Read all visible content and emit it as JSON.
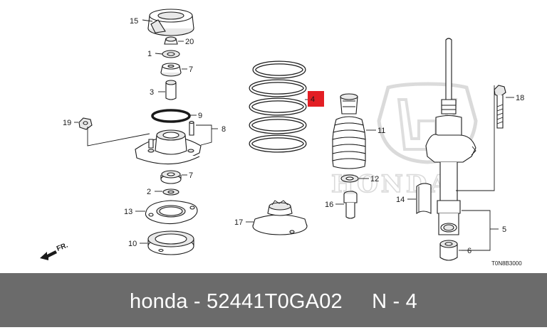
{
  "diagram": {
    "callouts": {
      "c1": "1",
      "c2": "2",
      "c3": "3",
      "c4": "4",
      "c5": "5",
      "c6": "6",
      "c7a": "7",
      "c7b": "7",
      "c8": "8",
      "c9": "9",
      "c10": "10",
      "c11": "11",
      "c12": "12",
      "c13": "13",
      "c14": "14",
      "c15": "15",
      "c16": "16",
      "c17": "17",
      "c18": "18",
      "c19": "19",
      "c20": "20"
    },
    "front_arrow_label": "FR.",
    "diagram_code": "T0N8B3000",
    "watermark_text": "HONDA",
    "highlight_color": "#e31e24"
  },
  "footer": {
    "text": "honda - 52441T0GA02     N - 4"
  }
}
